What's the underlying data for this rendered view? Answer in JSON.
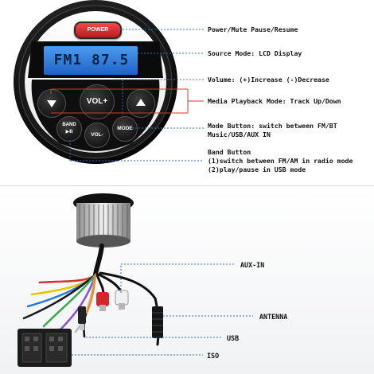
{
  "device": {
    "power_label": "POWER",
    "lcd_text": "FM1 87.5",
    "buttons": {
      "vol_up": "VOL+",
      "vol_down": "VOL-",
      "band_line1": "BAND",
      "band_line2": "▶II",
      "mode": "MODE"
    }
  },
  "callouts": {
    "power": "Power/Mute  Pause/Resume",
    "source": "Source Mode: LCD Display",
    "volume": "Volume: (+)Increase  (-)Decrease",
    "playback": "Media Playback Mode: Track Up/Down",
    "mode_title": "Mode Button: switch between FM/BT",
    "mode_detail": "Music/USB/AUX IN",
    "band_title": "Band Button",
    "band_line1": "(1)switch between FM/AM in radio mode",
    "band_line2": "(2)play/pause in USB mode"
  },
  "harness": {
    "aux": "AUX-IN",
    "antenna": "ANTENNA",
    "usb": "USB",
    "iso": "ISO"
  },
  "colors": {
    "power_red": "#d7262b",
    "lcd_blue": "#2f7fe0",
    "callout_line": "#3a6fb0",
    "accent_red": "#d8372c"
  }
}
